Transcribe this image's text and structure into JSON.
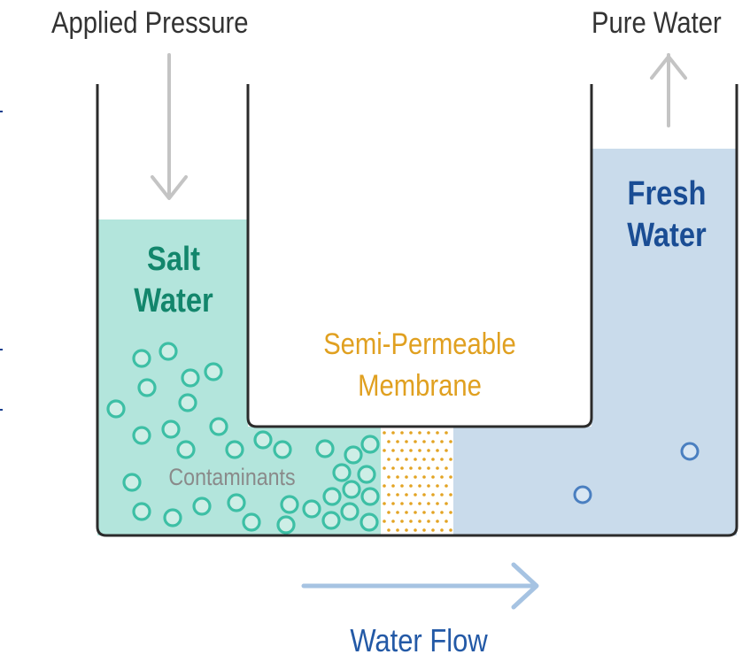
{
  "labels": {
    "applied_pressure": "Applied Pressure",
    "pure_water": "Pure Water",
    "salt_water_line1": "Salt",
    "salt_water_line2": "Water",
    "fresh_water_line1": "Fresh",
    "fresh_water_line2": "Water",
    "membrane_line1": "Semi-Permeable",
    "membrane_line2": "Membrane",
    "contaminants": "Contaminants",
    "water_flow": "Water Flow"
  },
  "colors": {
    "salt_water": "#b3e5dc",
    "fresh_water": "#c9dbeb",
    "contaminant_stroke": "#3dbfa5",
    "fresh_particle_stroke": "#4a7fc0",
    "membrane_dots": "#e3a424",
    "arrow_gray": "#c4c4c4",
    "flow_arrow": "#a6c3e2"
  },
  "icons": {
    "pressure_arrow": "arrow-down-icon",
    "pure_water_arrow": "arrow-up-icon",
    "flow_arrow": "arrow-right-icon"
  }
}
